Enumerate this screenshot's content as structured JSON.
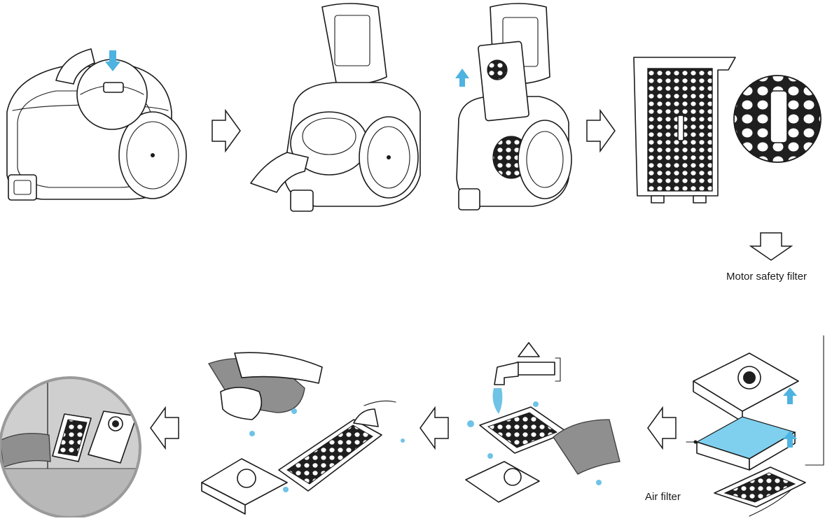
{
  "labels": {
    "motor_safety_filter": "Motor safety filter",
    "air_filter": "Air filter"
  },
  "colors": {
    "ink": "#1a1a1a",
    "accent_blue": "#4db3e0",
    "filter_blue": "#7fd0ee",
    "water_blue": "#6ec3e6",
    "cloth_grey": "#8f8f8f"
  },
  "steps": [
    {
      "id": 1,
      "icon": "press-lid-button-icon"
    },
    {
      "id": 2,
      "icon": "open-lid-remove-dust-container-icon"
    },
    {
      "id": 3,
      "icon": "lift-motor-filter-housing-icon"
    },
    {
      "id": 4,
      "icon": "motor-safety-filter-closeup-icon"
    },
    {
      "id": 5,
      "icon": "separate-air-filter-icon"
    },
    {
      "id": 6,
      "icon": "rinse-under-tap-icon"
    },
    {
      "id": 7,
      "icon": "wipe-dry-with-cloth-icon"
    },
    {
      "id": 8,
      "icon": "parts-drying-icon"
    }
  ]
}
